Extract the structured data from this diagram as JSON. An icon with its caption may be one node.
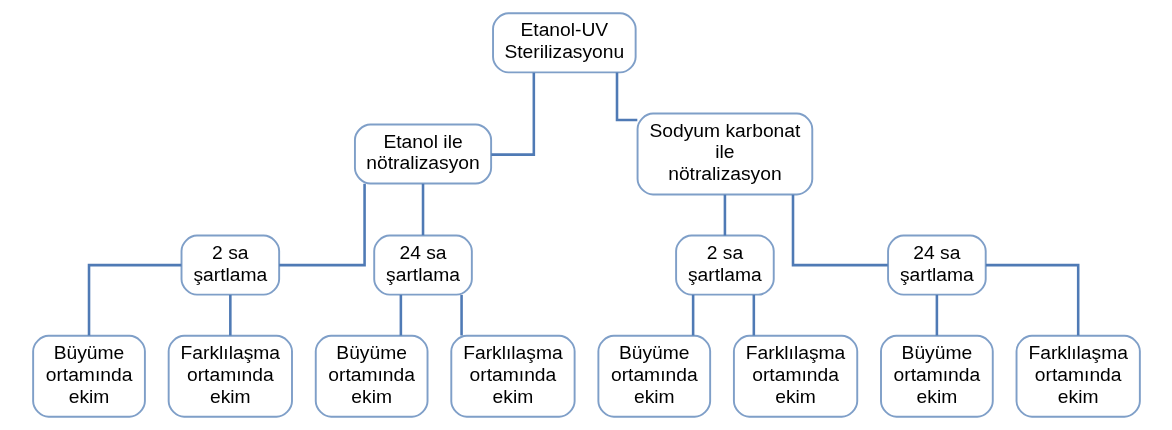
{
  "diagram": {
    "nodes": [
      {
        "text": [
          "Etanol-UV Sterilizasyonu"
        ]
      },
      {
        "text": [
          "Etanol ile nötralizasyon"
        ]
      },
      {
        "text": [
          "Sodyum karbonat ile nötralizasyon"
        ]
      },
      {
        "text": [
          "2 sa şartlama"
        ]
      },
      {
        "text": [
          "24 sa şartlama"
        ]
      },
      {
        "text": [
          "2 sa şartlama"
        ]
      },
      {
        "text": [
          "24 sa şartlama"
        ]
      },
      {
        "text": [
          "Büyüme ortamında ekim"
        ]
      },
      {
        "text": [
          "Farklılaşma ortamında ekim"
        ]
      },
      {
        "text": [
          "Büyüme ortamında ekim"
        ]
      },
      {
        "text": [
          "Farklılaşma ortamında ekim"
        ]
      },
      {
        "text": [
          "Büyüme ortamında ekim"
        ]
      },
      {
        "text": [
          "Farklılaşma ortamında ekim"
        ]
      },
      {
        "text": [
          "Büyüme ortamında ekim"
        ]
      },
      {
        "text": [
          "Farklılaşma ortamında ekim"
        ]
      }
    ],
    "edges": [
      {
        "from": 0,
        "to": 1,
        "arrow": "none"
      },
      {
        "from": 0,
        "to": 2,
        "arrow": "none"
      },
      {
        "from": 1,
        "to": 3,
        "arrow": "none"
      },
      {
        "from": 1,
        "to": 4,
        "arrow": "none"
      },
      {
        "from": 2,
        "to": 5,
        "arrow": "none"
      },
      {
        "from": 2,
        "to": 6,
        "arrow": "none"
      },
      {
        "from": 3,
        "to": 7,
        "arrow": "none"
      },
      {
        "from": 3,
        "to": 8,
        "arrow": "none"
      },
      {
        "from": 4,
        "to": 9,
        "arrow": "none"
      },
      {
        "from": 4,
        "to": 10,
        "arrow": "none"
      },
      {
        "from": 5,
        "to": 11,
        "arrow": "none"
      },
      {
        "from": 5,
        "to": 12,
        "arrow": "none"
      },
      {
        "from": 6,
        "to": 13,
        "arrow": "none"
      },
      {
        "from": 6,
        "to": 14,
        "arrow": "none"
      }
    ]
  }
}
